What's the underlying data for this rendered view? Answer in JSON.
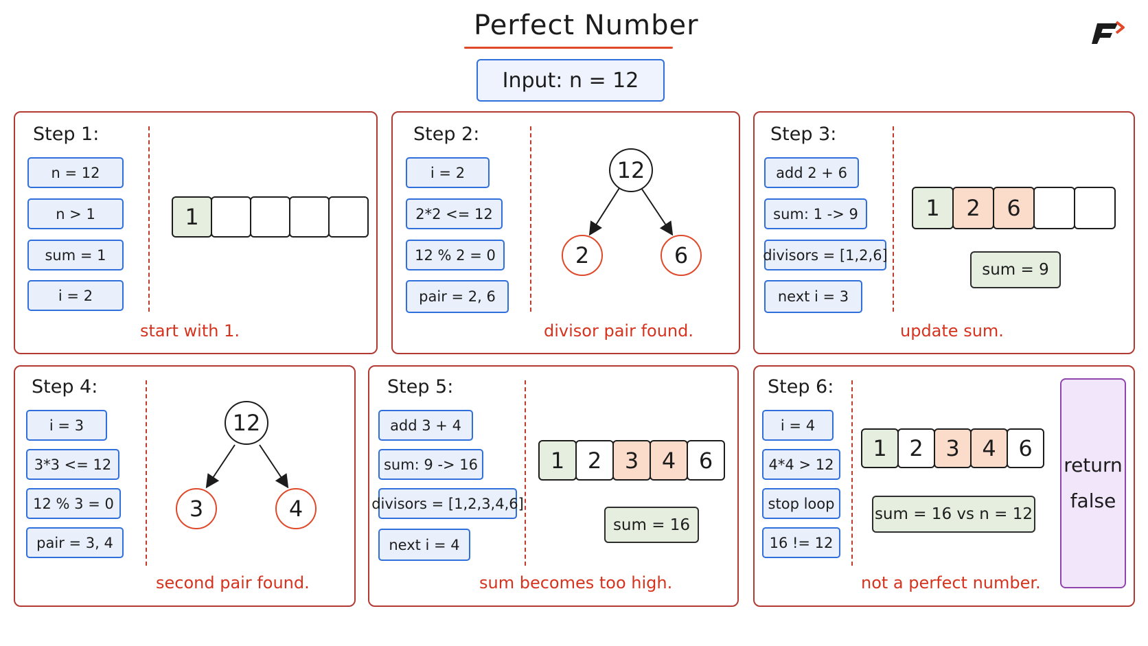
{
  "header": {
    "title": "Perfect Number",
    "input": "Input:  n = 12"
  },
  "colors": {
    "accent_red": "#d6331f",
    "chip_blue": "#2f6fdc",
    "cell_green": "#e6efdf",
    "cell_orange": "#fbdccb",
    "return_purple": "#8e44ad"
  },
  "steps": [
    {
      "label": "Step 1:",
      "chips": [
        "n = 12",
        "n > 1",
        "sum = 1",
        "i = 2"
      ],
      "array": [
        "1",
        "",
        "",
        "",
        ""
      ],
      "caption": "start with 1."
    },
    {
      "label": "Step 2:",
      "chips": [
        "i = 2",
        "2*2 <= 12",
        "12 % 2 = 0",
        "pair = 2, 6"
      ],
      "tree": {
        "root": "12",
        "left": "2",
        "right": "6"
      },
      "caption": "divisor pair found."
    },
    {
      "label": "Step 3:",
      "chips": [
        "add 2 + 6",
        "sum: 1 -> 9",
        "divisors = [1,2,6]",
        "next i = 3"
      ],
      "array": [
        "1",
        "2",
        "6",
        "",
        ""
      ],
      "sum": "sum = 9",
      "caption": "update sum."
    },
    {
      "label": "Step 4:",
      "chips": [
        "i = 3",
        "3*3 <= 12",
        "12 % 3 = 0",
        "pair = 3, 4"
      ],
      "tree": {
        "root": "12",
        "left": "3",
        "right": "4"
      },
      "caption": "second pair found."
    },
    {
      "label": "Step 5:",
      "chips": [
        "add 3 + 4",
        "sum: 9 -> 16",
        "divisors = [1,2,3,4,6]",
        "next i = 4"
      ],
      "array": [
        "1",
        "2",
        "3",
        "4",
        "6"
      ],
      "sum": "sum = 16",
      "caption": "sum becomes too high."
    },
    {
      "label": "Step 6:",
      "chips": [
        "i = 4",
        "4*4 > 12",
        "stop loop",
        "16 != 12"
      ],
      "array": [
        "1",
        "2",
        "3",
        "4",
        "6"
      ],
      "sum": "sum = 16 vs n = 12",
      "return": [
        "return",
        "false"
      ],
      "caption": "not a perfect number."
    }
  ]
}
